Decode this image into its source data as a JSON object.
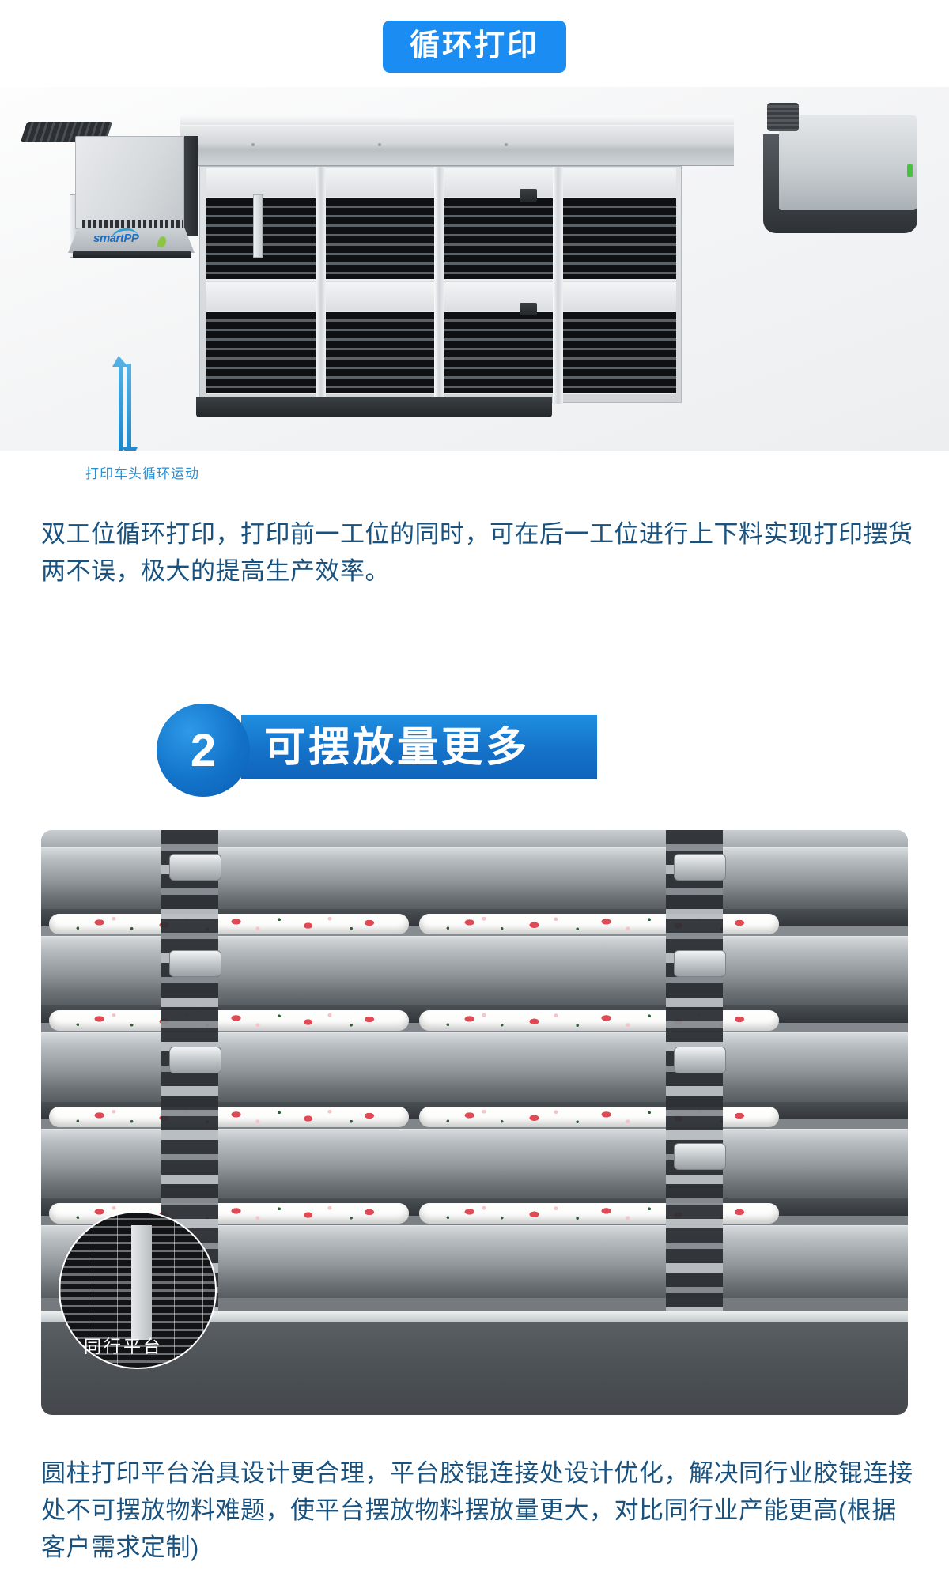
{
  "section1": {
    "badge_label": "循环打印",
    "figure": {
      "brand_logo_text": "smartPP",
      "arrow_caption": "打印车头循环运动",
      "arrow_icon": "double-vertical-arrow-icon"
    },
    "paragraph": "双工位循环打印，打印前一工位的同时，可在后一工位进行上下料实现打印摆货两不误，极大的提高生产效率。"
  },
  "section2": {
    "number": "2",
    "title": "可摆放量更多",
    "figure": {
      "magnifier_label": "同行平台",
      "magnifier_icon": "magnifier-circle-icon"
    },
    "paragraph": "圆柱打印平台治具设计更合理，平台胶锟连接处设计优化，解决同行业胶锟连接处不可摆放物料难题，使平台摆放物料摆放量更大，对比同行业产能更高(根据客户需求定制)"
  },
  "colors": {
    "badge_blue": "#1b8cf2",
    "header_blue_start": "#1f8fe0",
    "header_blue_end": "#0f64ba",
    "text_blue": "#19527f",
    "caption_blue": "#2b8fd4",
    "arrow_blue": "#2e9bdb"
  }
}
